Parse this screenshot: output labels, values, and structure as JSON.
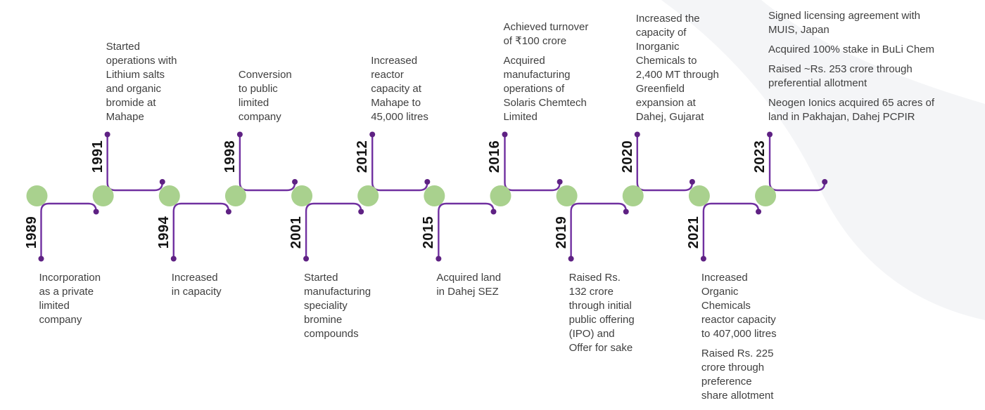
{
  "page": {
    "background_color": "#ffffff",
    "accent_shape_color": "#f4f5f7"
  },
  "timeline": {
    "line_color": "#7030a0",
    "dot_color": "#5e2183",
    "node_color": "#a9d18e",
    "year_color": "#141414",
    "text_color": "#3f3f3f",
    "events": [
      {
        "year": "1989",
        "position": "below",
        "paragraphs": [
          "Incorporation\nas a private\nlimited\ncompany"
        ]
      },
      {
        "year": "1991",
        "position": "above",
        "paragraphs": [
          "Started\noperations with\nLithium salts\nand organic\nbromide at\nMahape"
        ]
      },
      {
        "year": "1994",
        "position": "below",
        "paragraphs": [
          "Increased\nin capacity"
        ]
      },
      {
        "year": "1998",
        "position": "above",
        "paragraphs": [
          "Conversion\nto public\nlimited\ncompany"
        ]
      },
      {
        "year": "2001",
        "position": "below",
        "paragraphs": [
          "Started\nmanufacturing\nspeciality\nbromine\ncompounds"
        ]
      },
      {
        "year": "2012",
        "position": "above",
        "paragraphs": [
          "Increased\nreactor\ncapacity at\nMahape to\n45,000 litres"
        ]
      },
      {
        "year": "2015",
        "position": "below",
        "paragraphs": [
          "Acquired land\nin Dahej SEZ"
        ]
      },
      {
        "year": "2016",
        "position": "above",
        "paragraphs": [
          "Achieved turnover\nof ₹100 crore",
          "Acquired\nmanufacturing\noperations of\nSolaris Chemtech\nLimited"
        ]
      },
      {
        "year": "2019",
        "position": "below",
        "paragraphs": [
          "Raised Rs.\n132 crore\nthrough initial\npublic offering\n(IPO) and\nOffer for sake"
        ]
      },
      {
        "year": "2020",
        "position": "above",
        "paragraphs": [
          "Increased the\ncapacity of\nInorganic\nChemicals to\n2,400 MT through\nGreenfield\nexpansion at\nDahej, Gujarat"
        ]
      },
      {
        "year": "2021",
        "position": "below",
        "paragraphs": [
          "Increased\nOrganic\nChemicals\nreactor capacity\nto 407,000 litres",
          "Raised Rs. 225\ncrore through\npreference\nshare allotment"
        ]
      },
      {
        "year": "2023",
        "position": "above",
        "paragraphs": [
          "Signed licensing agreement with\nMUIS, Japan",
          "Acquired 100% stake in BuLi Chem",
          "Raised ~Rs. 253 crore through\npreferential allotment",
          "Neogen Ionics acquired 65 acres of\nland in Pakhajan, Dahej PCPIR"
        ]
      }
    ]
  }
}
